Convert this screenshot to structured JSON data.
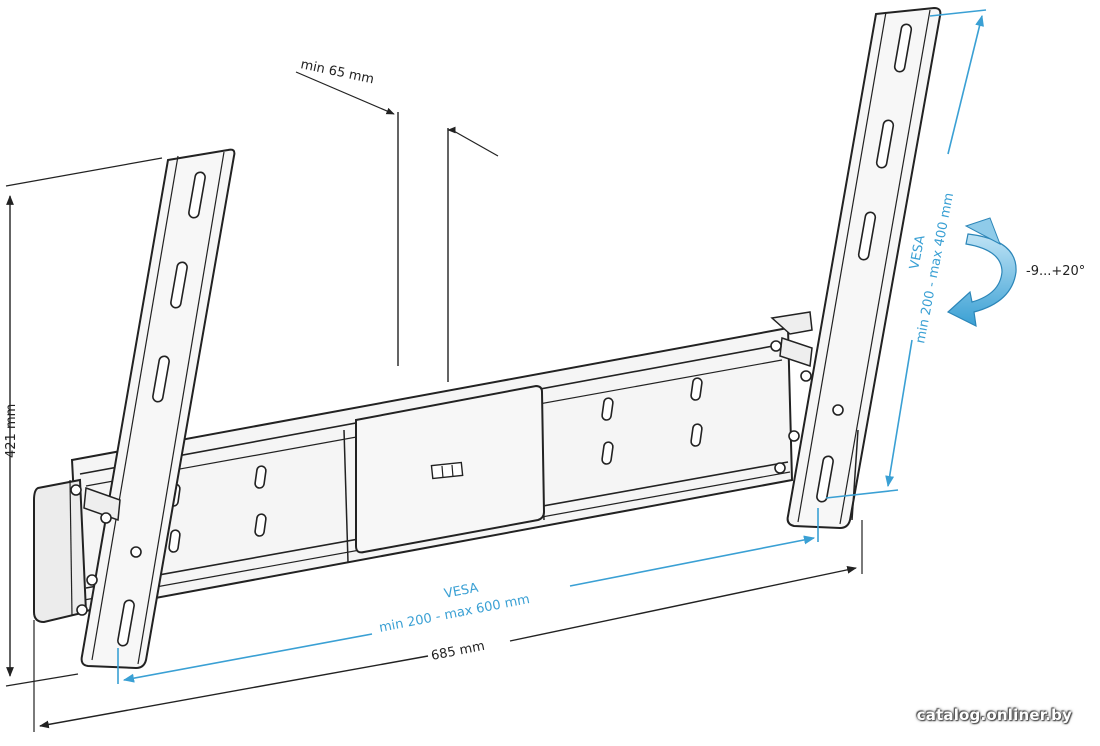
{
  "dimensions": {
    "depth": "min 65 mm",
    "height": "421 mm",
    "width": "685 mm",
    "vesa_horizontal": {
      "title": "VESA",
      "range": "min 200 - max 600 mm"
    },
    "vesa_vertical": {
      "title": "VESA",
      "range": "min 200 - max 400 mm"
    },
    "tilt": "-9...+20°"
  },
  "watermark": "catalog.onliner.by",
  "colors": {
    "accent": "#3aa0d4",
    "line": "#222222",
    "metal": "#f4f4f4"
  }
}
